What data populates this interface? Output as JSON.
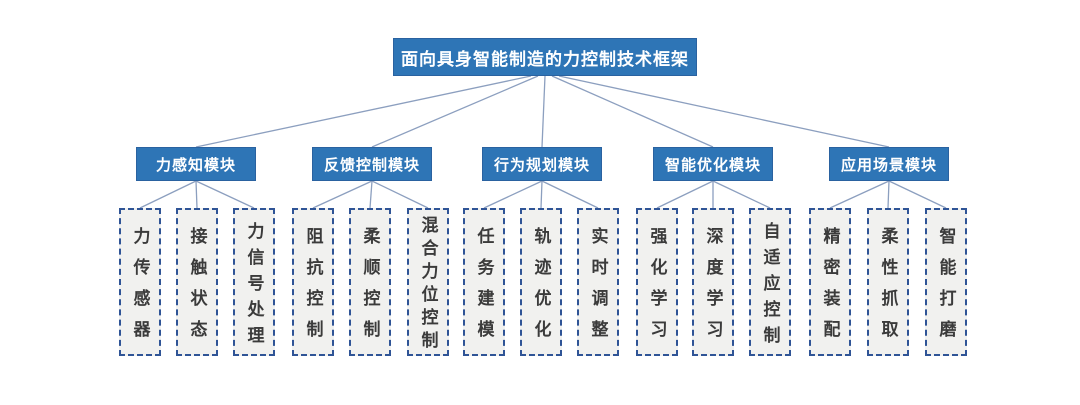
{
  "diagram": {
    "title": "面向具身智能制造的力控制技术框架",
    "colors": {
      "node_fill": "#2E75B6",
      "node_border": "#2A62A0",
      "node_text": "#FFFFFF",
      "leaf_fill": "#F1F1EF",
      "leaf_border": "#2F5496",
      "leaf_text": "#3B3B3B",
      "connector_line": "#8C9FBF",
      "background": "#FFFFFF"
    }
  },
  "root": {
    "label": "面向具身智能制造的力控制技术框架"
  },
  "modules": [
    {
      "label": "力感知模块",
      "children": [
        {
          "label": "力传感器"
        },
        {
          "label": "接触状态"
        },
        {
          "label": "力信号处理"
        }
      ]
    },
    {
      "label": "反馈控制模块",
      "children": [
        {
          "label": "阻抗控制"
        },
        {
          "label": "柔顺控制"
        },
        {
          "label": "混合力位控制"
        }
      ]
    },
    {
      "label": "行为规划模块",
      "children": [
        {
          "label": "任务建模"
        },
        {
          "label": "轨迹优化"
        },
        {
          "label": "实时调整"
        }
      ]
    },
    {
      "label": "智能优化模块",
      "children": [
        {
          "label": "强化学习"
        },
        {
          "label": "深度学习"
        },
        {
          "label": "自适应控制"
        }
      ]
    },
    {
      "label": "应用场景模块",
      "children": [
        {
          "label": "精密装配"
        },
        {
          "label": "柔性抓取"
        },
        {
          "label": "智能打磨"
        }
      ]
    }
  ]
}
